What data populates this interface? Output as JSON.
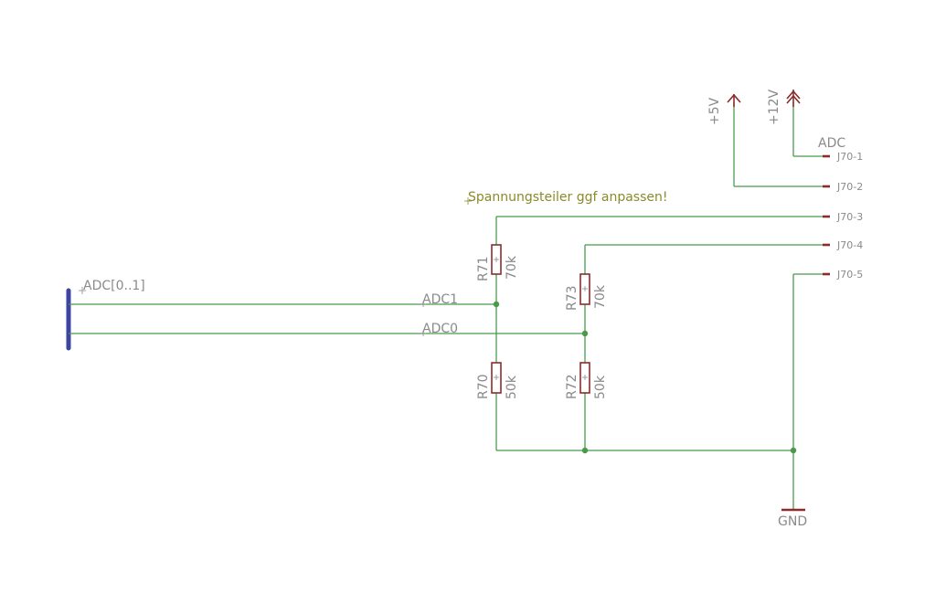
{
  "note": "Spannungsteiler ggf anpassen!",
  "bus": {
    "name": "ADC[0..1]"
  },
  "nets": {
    "adc1": "ADC1",
    "adc0": "ADC0"
  },
  "supplies": {
    "v5": "+5V",
    "v12": "+12V",
    "gnd": "GND"
  },
  "connector": {
    "name": "ADC",
    "pins": [
      "J70-1",
      "J70-2",
      "J70-3",
      "J70-4",
      "J70-5"
    ]
  },
  "resistors": [
    {
      "ref": "R71",
      "value": "70k"
    },
    {
      "ref": "R70",
      "value": "50k"
    },
    {
      "ref": "R73",
      "value": "70k"
    },
    {
      "ref": "R72",
      "value": "50k"
    }
  ],
  "colors": {
    "wire": "#4a9a4a",
    "component": "#8b2c2c",
    "bus": "#3c46a0",
    "label": "#8a8a8a",
    "note": "#8a8a2a"
  }
}
